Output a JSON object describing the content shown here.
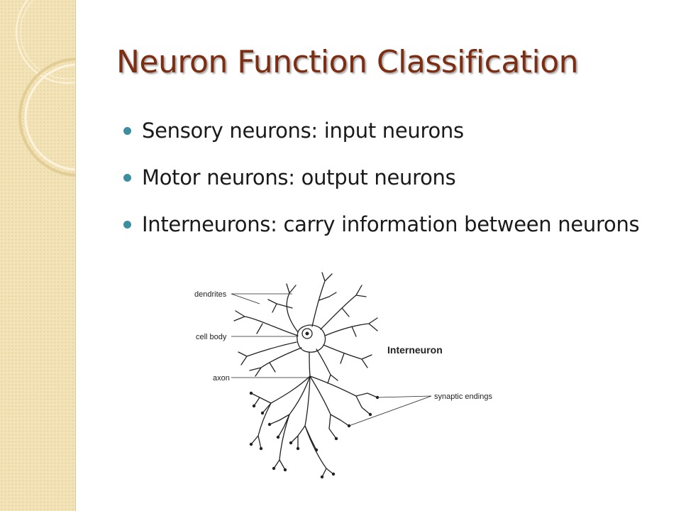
{
  "slide": {
    "title": "Neuron Function Classification",
    "bullets": [
      "Sensory neurons: input neurons",
      "Motor neurons: output neurons",
      "Interneurons: carry information between neurons"
    ]
  },
  "diagram": {
    "heading": "Interneuron",
    "labels": {
      "dendrites": "dendrites",
      "cell_body": "cell body",
      "axon": "axon",
      "synaptic_endings": "synaptic endings"
    }
  },
  "colors": {
    "title": "#7d2e12",
    "bullet": "#3d8fa0",
    "sidebar": "#f3e3b8"
  }
}
